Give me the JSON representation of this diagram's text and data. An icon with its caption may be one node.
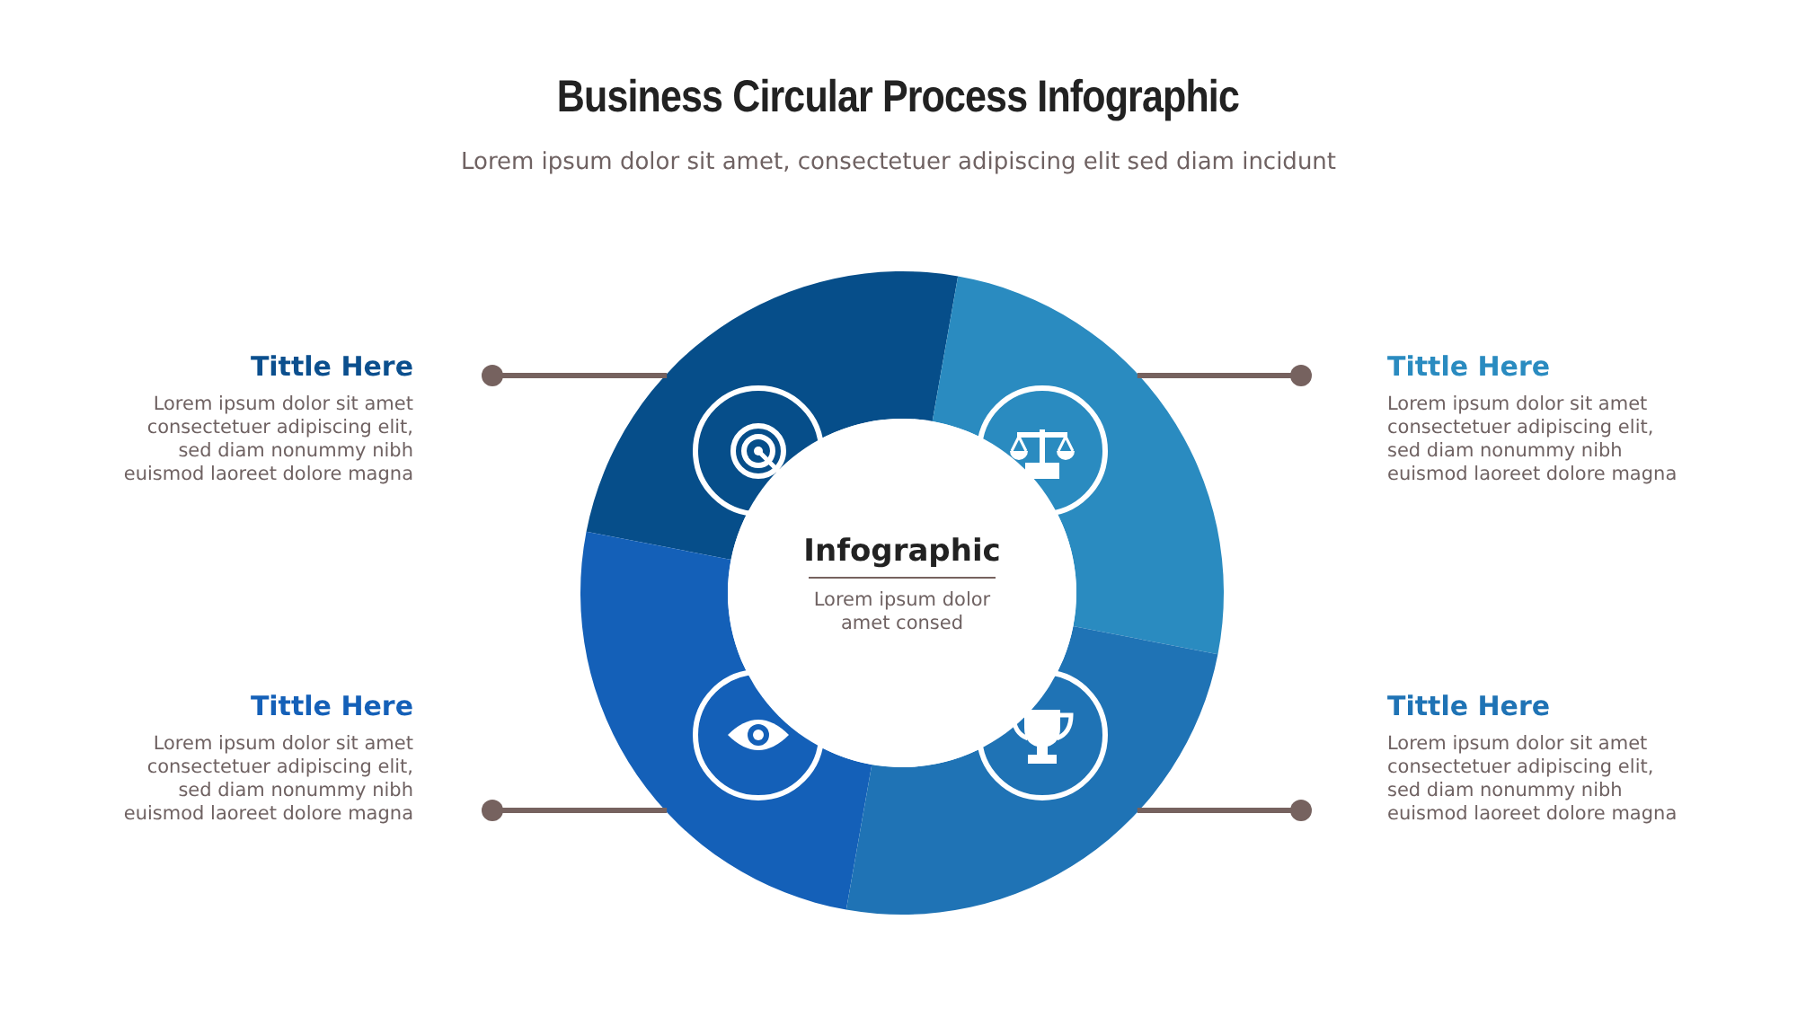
{
  "diagram": {
    "title": "Business Circular Process Infographic",
    "nodes": [
      {
        "text": [
          "Tittle Here",
          "Lorem ipsum dolor sit amet consectetuer adipiscing elit, sed diam nonummy nibh euismod laoreet dolore magna"
        ]
      },
      {
        "text": [
          "Tittle Here",
          "Lorem ipsum dolor sit amet consectetuer adipiscing elit, sed diam nonummy nibh euismod laoreet dolore magna"
        ]
      },
      {
        "text": [
          "Infographic",
          "Lorem ipsum dolor amet consed"
        ]
      },
      {
        "text": [
          "Tittle Here",
          "Lorem ipsum dolor sit amet consectetuer adipiscing elit, sed diam nonummy nibh euismod laoreet dolore magna"
        ]
      },
      {
        "text": [
          "Tittle Here",
          "Lorem ipsum dolor sit amet consectetuer adipiscing elit, sed diam nonummy nibh euismod laoreet dolore magna"
        ]
      },
      {
        "text": [],
        "shape": "arc"
      },
      {
        "text": [],
        "shape": "arc"
      },
      {
        "text": [],
        "shape": "arc"
      },
      {
        "text": [],
        "shape": "arc"
      }
    ],
    "edges": [
      {
        "from": 0,
        "to": 5,
        "arrow": "other"
      },
      {
        "from": 1,
        "to": 6,
        "arrow": "other"
      },
      {
        "from": 3,
        "to": 7,
        "arrow": "other"
      },
      {
        "from": 4,
        "to": 8,
        "arrow": "other"
      }
    ],
    "labels": [
      "Lorem ipsum dolor sit amet, consectetuer adipiscing elit sed diam incidunt"
    ]
  }
}
